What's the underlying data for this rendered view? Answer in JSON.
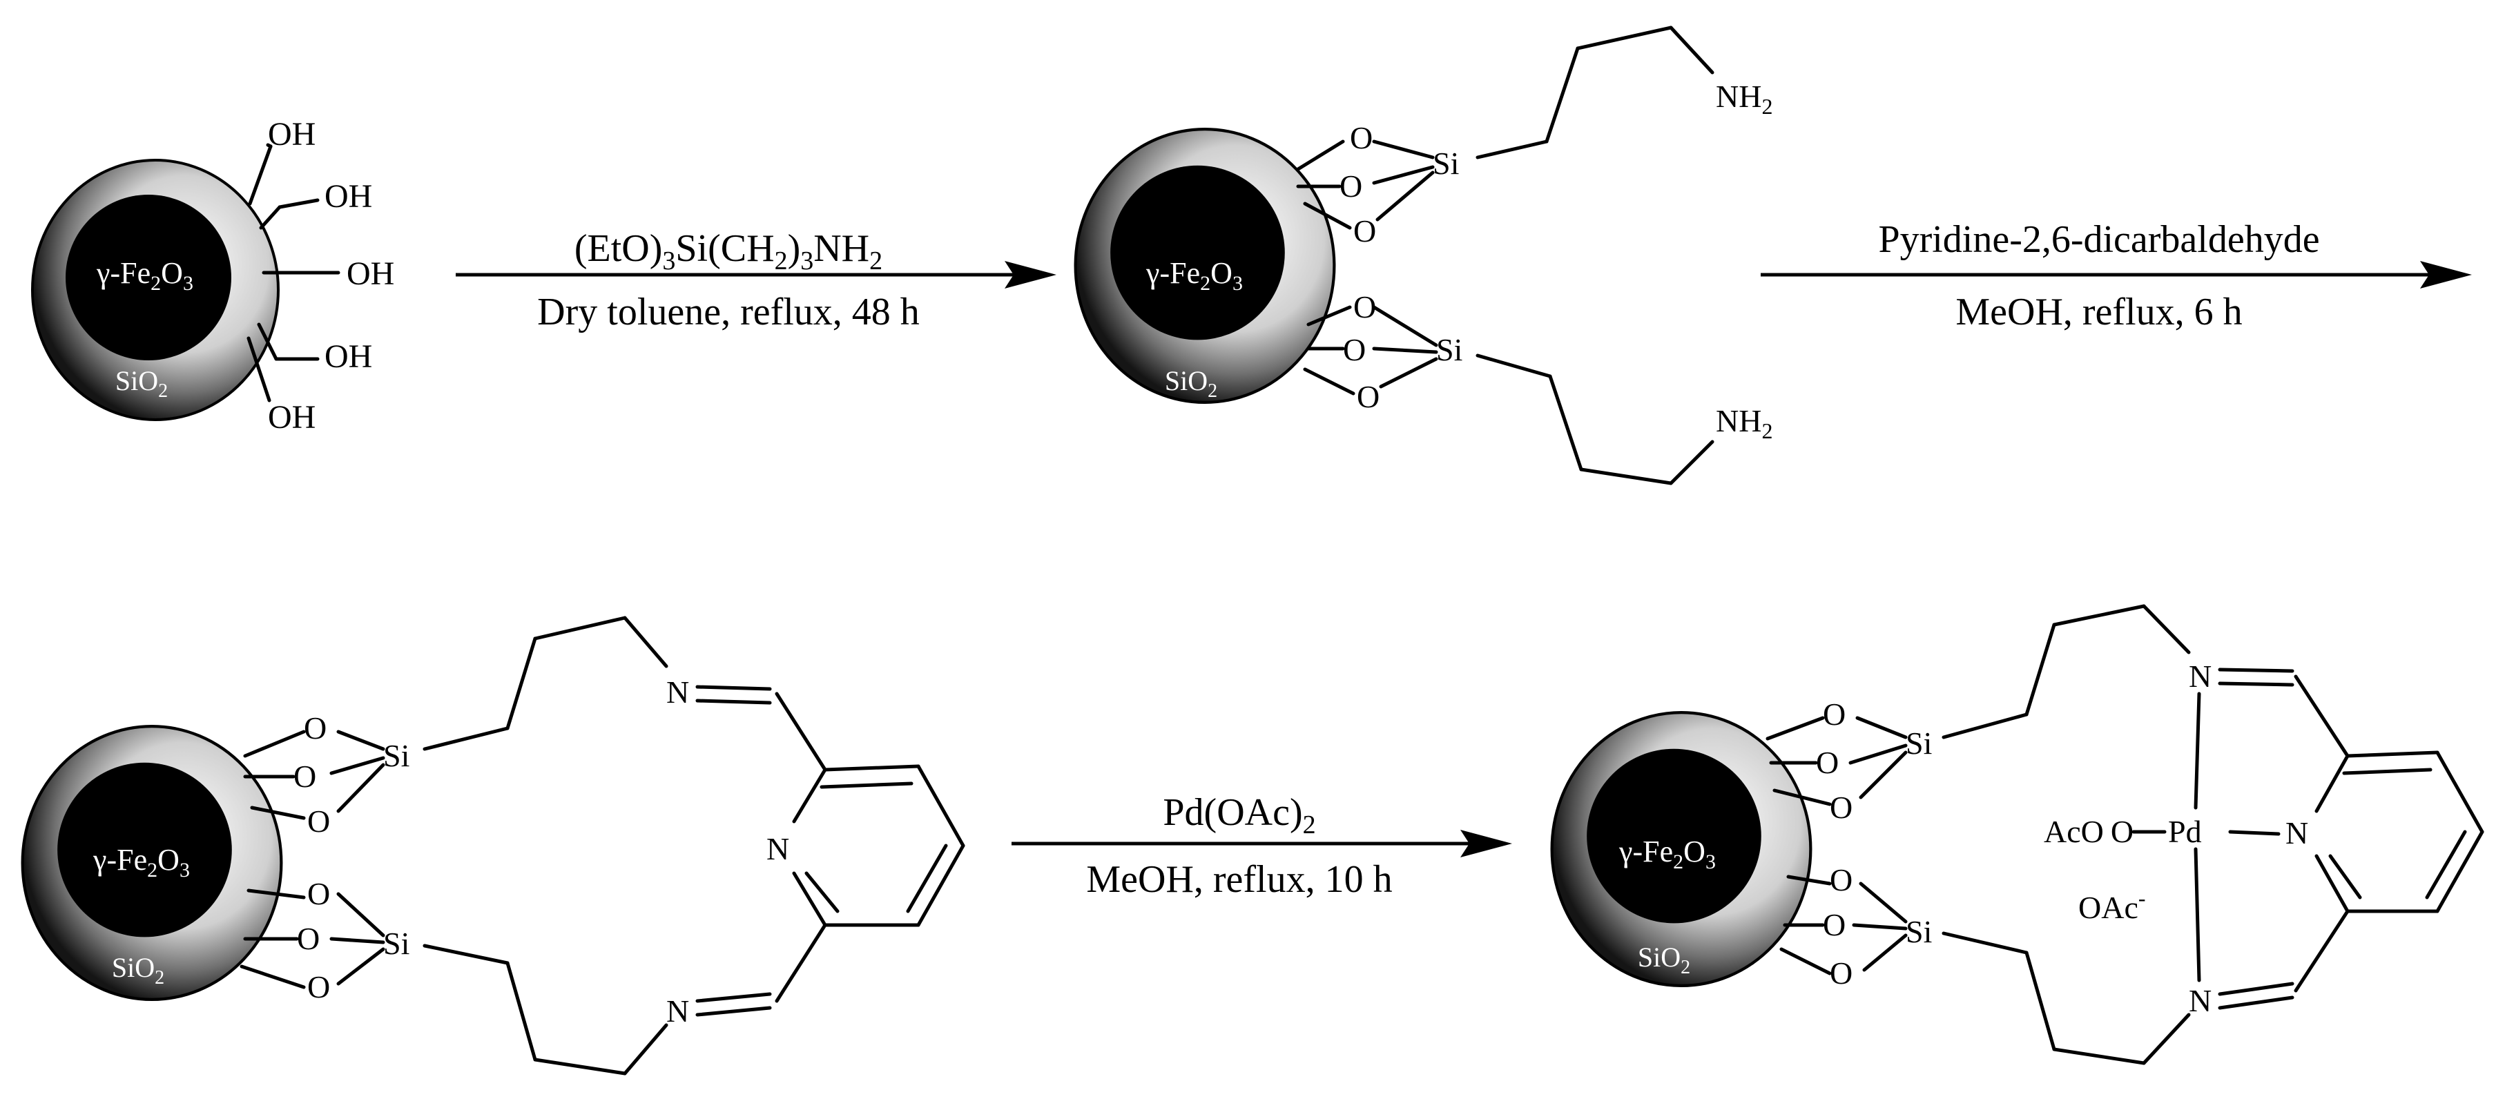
{
  "particle": {
    "core": "γ-Fe",
    "core_sub1": "2",
    "core_mid": "O",
    "core_sub2": "3",
    "shell": "SiO",
    "shell_sub": "2"
  },
  "atoms": {
    "OH": "OH",
    "O": "O",
    "Si": "Si",
    "N": "N",
    "NH": "NH",
    "H2sub": "2",
    "Pd": "Pd",
    "AcO": "AcO",
    "OAc": "OAc",
    "minus": "-"
  },
  "steps": {
    "step1": {
      "above_a": "(EtO)",
      "above_s1": "3",
      "above_b": "Si(CH",
      "above_s2": "2",
      "above_c": ")",
      "above_s3": "3",
      "above_d": "NH",
      "above_s4": "2",
      "below": "Dry toluene, reflux, 48 h"
    },
    "step2": {
      "above": "Pyridine-2,6-dicarbaldehyde",
      "below": "MeOH, reflux, 6 h"
    },
    "step3": {
      "above_a": "Pd(OAc)",
      "above_s1": "2",
      "below": "MeOH, reflux, 10 h"
    }
  },
  "colors": {
    "core": "#000000",
    "shell_dark": "#1a1a1a",
    "shell_light": "#ffffff"
  }
}
